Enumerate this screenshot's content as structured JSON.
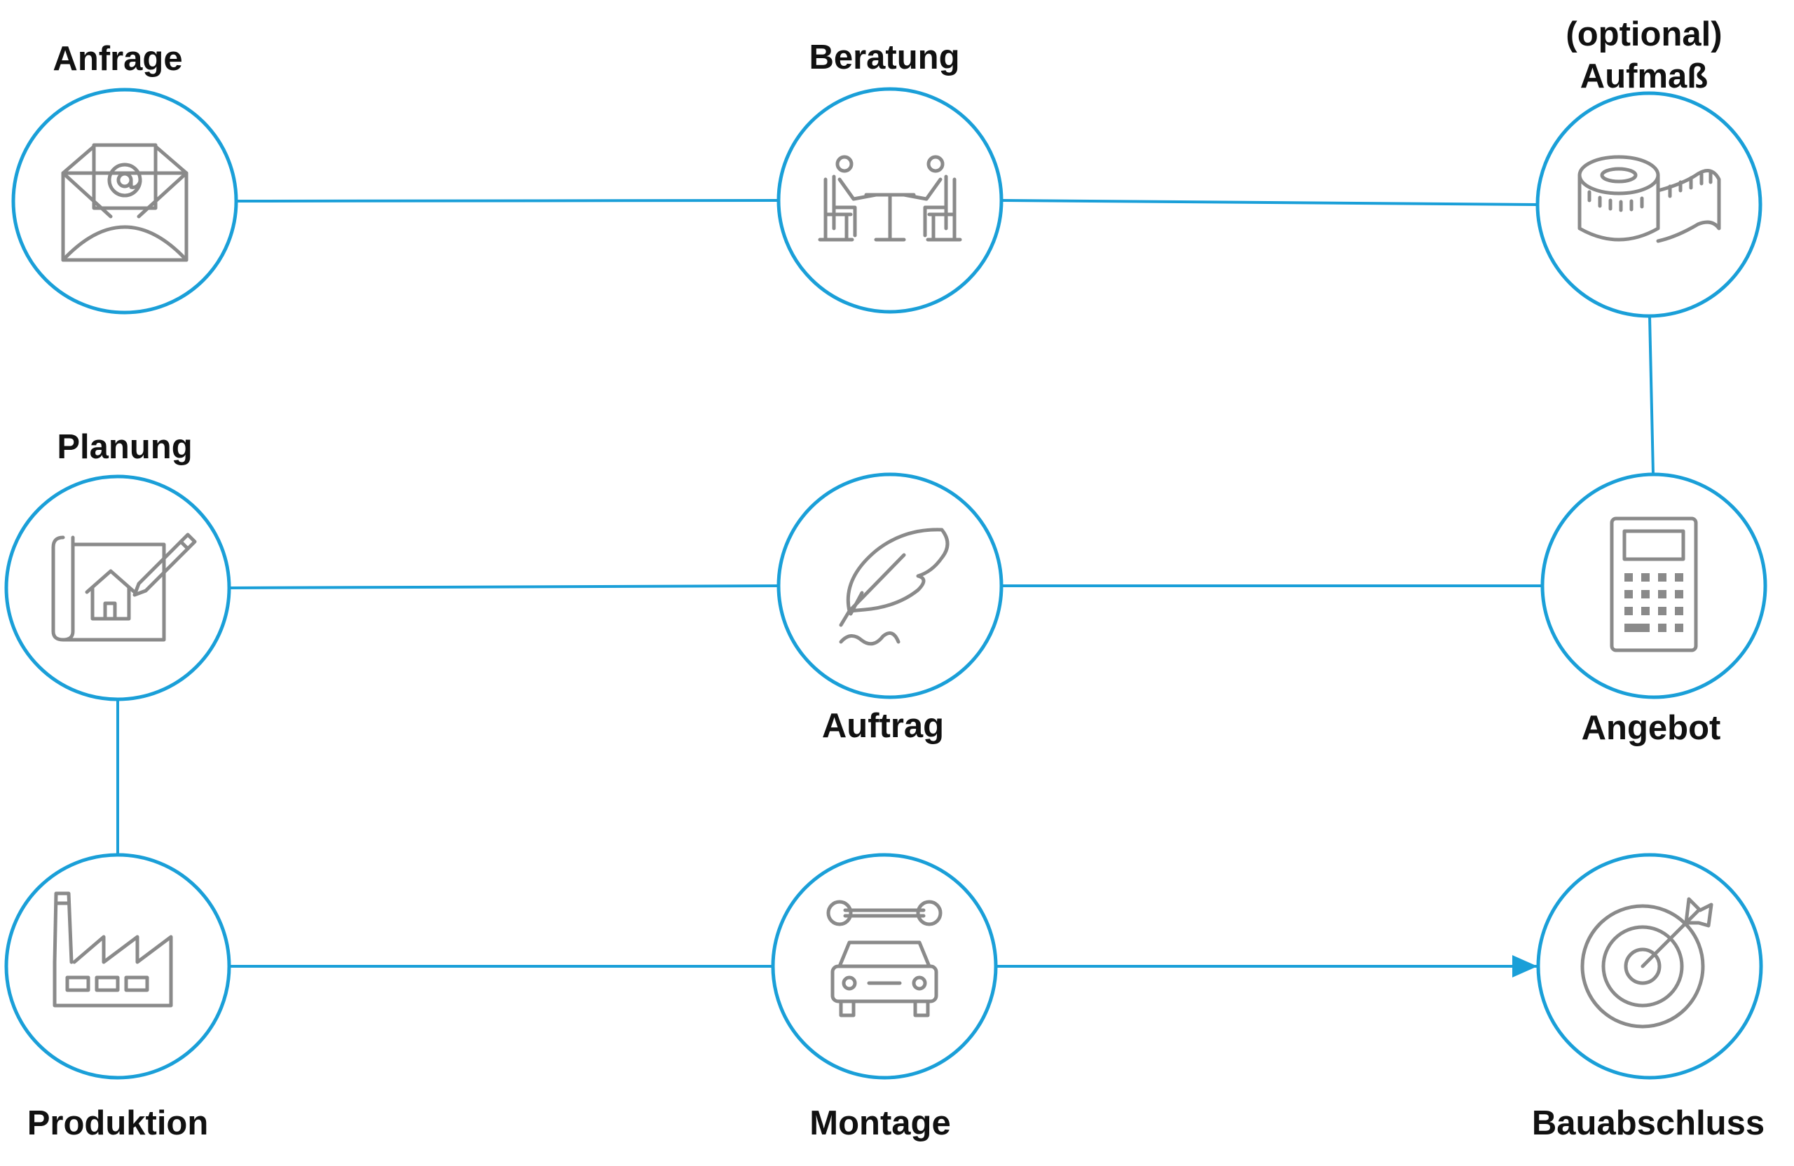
{
  "colors": {
    "accent": "#1a9fd8",
    "icon": "#8a8a8a",
    "text": "#111111"
  },
  "steps": [
    {
      "id": "anfrage",
      "label": "Anfrage",
      "icon": "envelope-at-icon"
    },
    {
      "id": "beratung",
      "label": "Beratung",
      "icon": "meeting-table-icon"
    },
    {
      "id": "aufmass",
      "label_line1": "(optional)",
      "label_line2": "Aufmaß",
      "icon": "measuring-tape-icon"
    },
    {
      "id": "angebot",
      "label": "Angebot",
      "icon": "calculator-icon"
    },
    {
      "id": "auftrag",
      "label": "Auftrag",
      "icon": "quill-signature-icon"
    },
    {
      "id": "planung",
      "label": "Planung",
      "icon": "house-blueprint-icon"
    },
    {
      "id": "produktion",
      "label": "Produktion",
      "icon": "factory-icon"
    },
    {
      "id": "montage",
      "label": "Montage",
      "icon": "car-wrench-icon"
    },
    {
      "id": "bauabschluss",
      "label": "Bauabschluss",
      "icon": "target-arrow-icon"
    }
  ]
}
